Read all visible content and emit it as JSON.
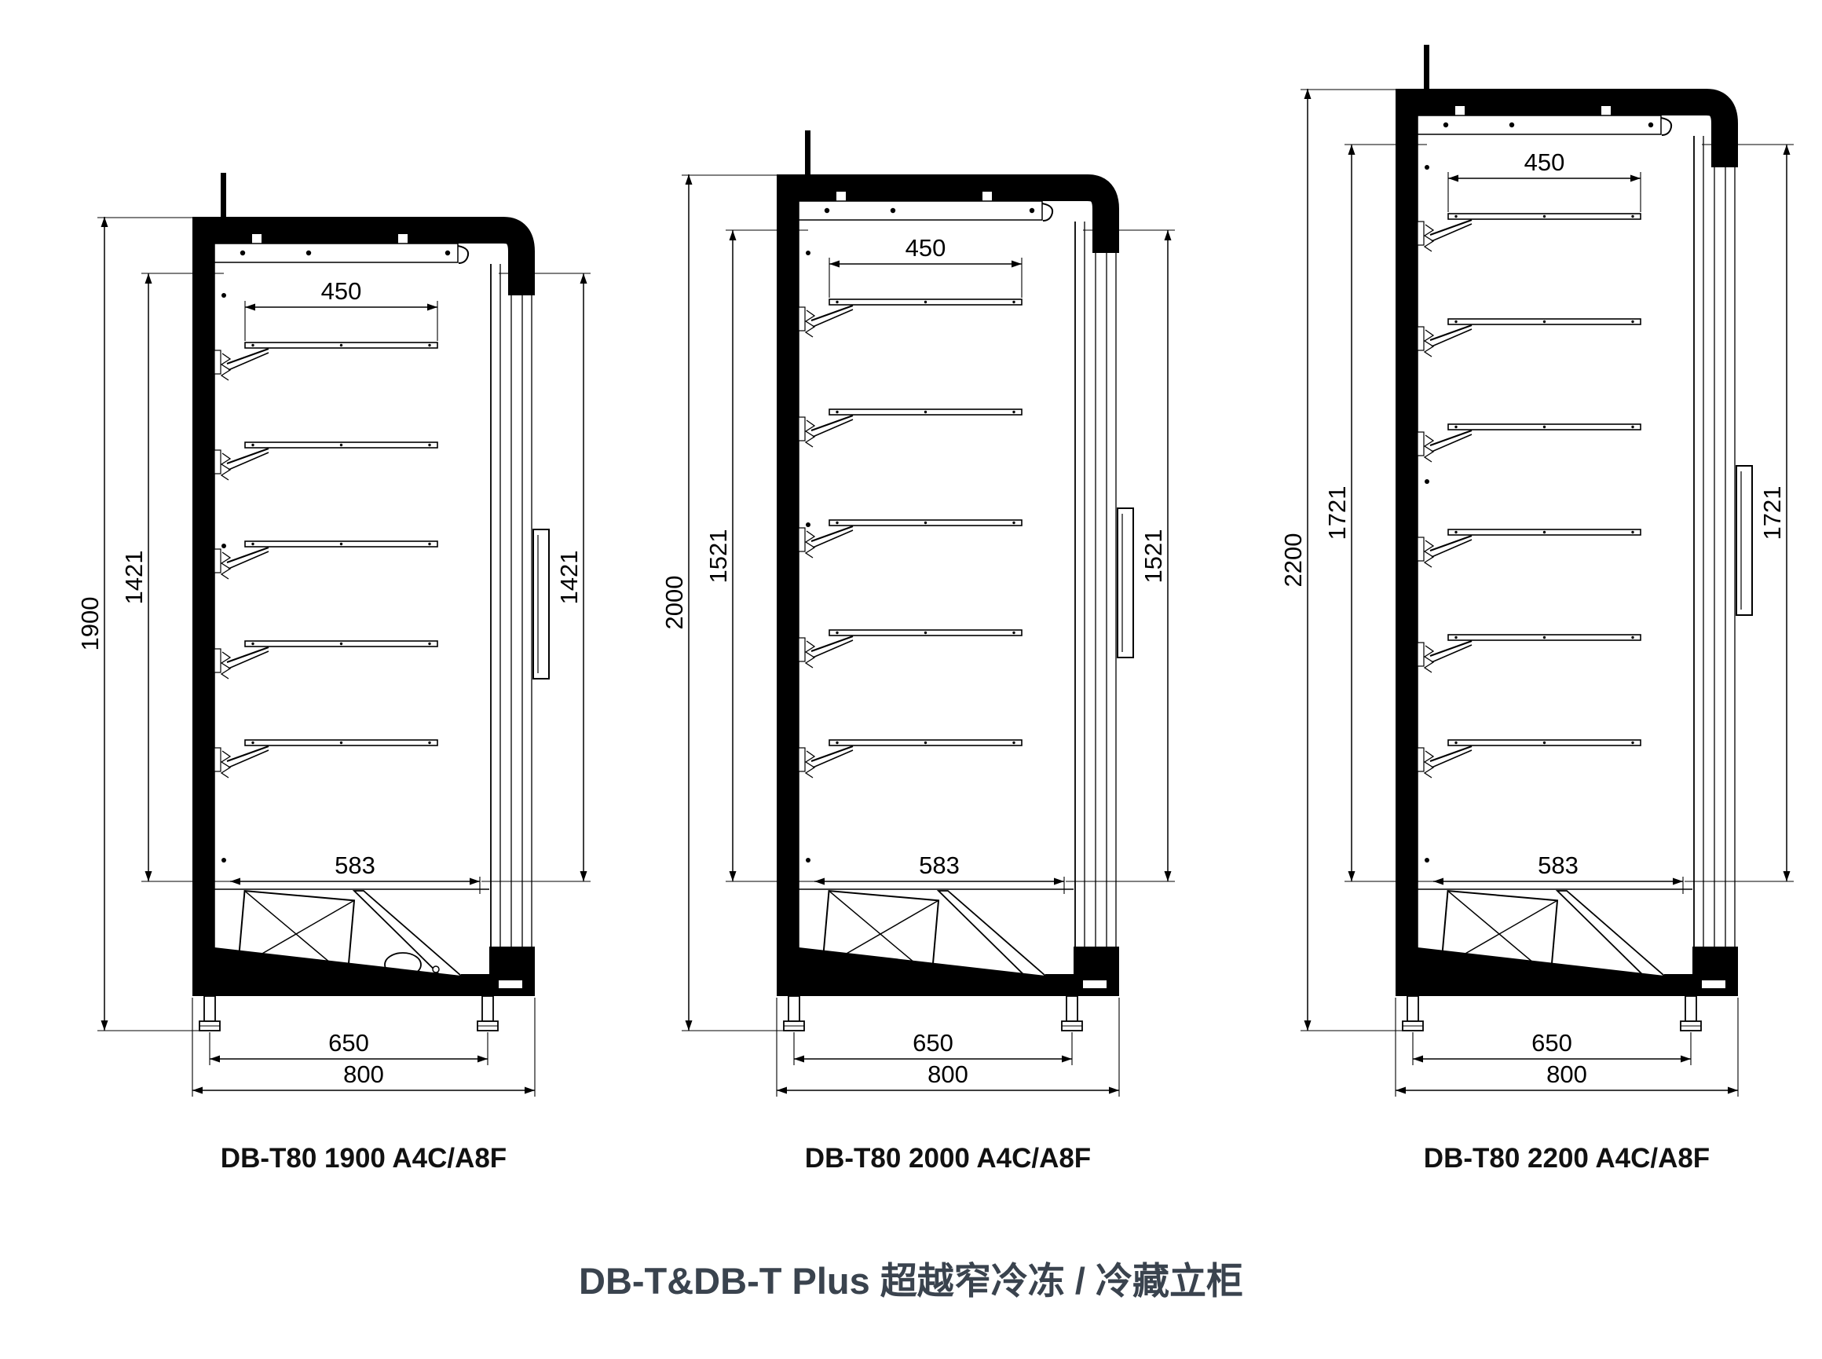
{
  "page": {
    "footer_title": "DB-T&DB-T Plus 超越窄冷冻 / 冷藏立柜",
    "footer_color": "#3a434e",
    "line_color": "#000000",
    "background": "#ffffff"
  },
  "cabinets": [
    {
      "model": "DB-T80 1900 A4C/A8F",
      "shelf_count": 5,
      "has_fan_detail": true,
      "dimensions": {
        "total_height": "1900",
        "interior_height": "1421",
        "shelf_width": "450",
        "interior_depth": "583",
        "foot_span": "650",
        "base_depth": "800"
      }
    },
    {
      "model": "DB-T80 2000 A4C/A8F",
      "shelf_count": 5,
      "has_fan_detail": false,
      "dimensions": {
        "total_height": "2000",
        "interior_height": "1521",
        "shelf_width": "450",
        "interior_depth": "583",
        "foot_span": "650",
        "base_depth": "800"
      }
    },
    {
      "model": "DB-T80 2200 A4C/A8F",
      "shelf_count": 6,
      "has_fan_detail": false,
      "dimensions": {
        "total_height": "2200",
        "interior_height": "1721",
        "shelf_width": "450",
        "interior_depth": "583",
        "foot_span": "650",
        "base_depth": "800"
      }
    }
  ]
}
